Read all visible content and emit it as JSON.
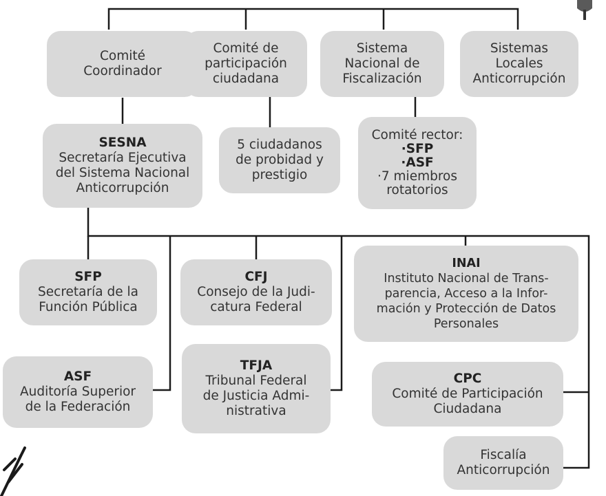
{
  "nodes": {
    "comite_coordinador": {
      "lines": [
        "Comité",
        "Coordinador"
      ]
    },
    "comite_participacion": {
      "lines": [
        "Comité de",
        "participación",
        "ciudadana"
      ]
    },
    "sistema_nacional_fiscalizacion": {
      "lines": [
        "Sistema",
        "Nacional de",
        "Fiscalización"
      ]
    },
    "sistemas_locales": {
      "lines": [
        "Sistemas",
        "Locales",
        "Anticorrupción"
      ]
    },
    "sesna": {
      "title": "SESNA",
      "lines": [
        "Secretaría Ejecutiva",
        "del Sistema Nacional",
        "Anticorrupción"
      ]
    },
    "ciudadanos": {
      "lines": [
        "5 ciudadanos",
        "de probidad y",
        "prestigio"
      ]
    },
    "comite_rector": {
      "lines": [
        "Comité rector:"
      ],
      "bold_lines": [
        "·SFP",
        "·ASF"
      ],
      "tail_lines": [
        "·7 miembros",
        "rotatorios"
      ]
    },
    "sfp": {
      "title": "SFP",
      "lines": [
        "Secretaría de la",
        "Función Pública"
      ]
    },
    "cfj": {
      "title": "CFJ",
      "lines": [
        "Consejo de la Judi-",
        "catura Federal"
      ]
    },
    "inai": {
      "title": "INAI",
      "lines": [
        "Instituto Nacional de Trans-",
        "parencia, Acceso a la Infor-",
        "mación y Protección de Datos",
        "Personales"
      ]
    },
    "asf": {
      "title": "ASF",
      "lines": [
        "Auditoría Superior",
        "de la Federación"
      ]
    },
    "tfja": {
      "title": "TFJA",
      "lines": [
        "Tribunal Federal",
        "de Justicia Admi-",
        "nistrativa"
      ]
    },
    "cpc": {
      "title": "CPC",
      "lines": [
        "Comité de Participación",
        "Ciudadana"
      ]
    },
    "fiscalia": {
      "lines": [
        "Fiscalía",
        "Anticorrupción"
      ]
    }
  },
  "colors": {
    "box_fill": "#d9d9d9",
    "line": "#1a1a1a",
    "text": "#333333"
  },
  "decorations": [
    "pushpin-icon",
    "plant-doodle-icon"
  ]
}
